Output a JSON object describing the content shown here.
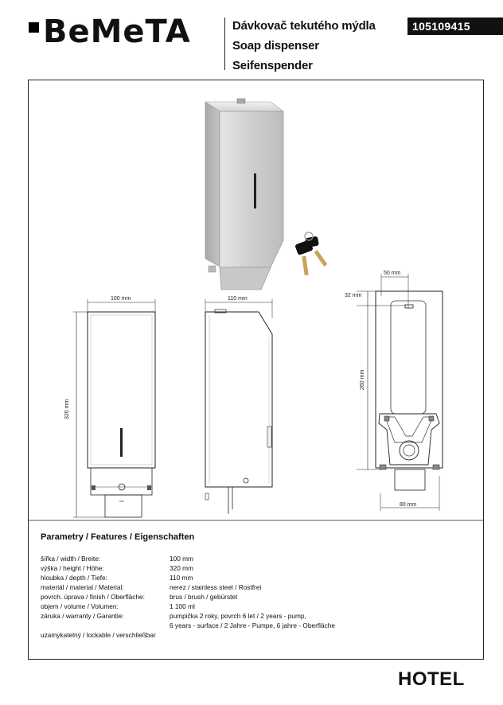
{
  "brand": {
    "name": "BeMeTA"
  },
  "titles": [
    "Dávkovač tekutého mýdla",
    "Soap dispenser",
    "Seifenspender"
  ],
  "product_code": "105109415",
  "dimensions": {
    "front_width": "100 mm",
    "front_height": "320 mm",
    "side_depth": "110 mm",
    "back_top_offset": "32 mm",
    "back_slot_width": "50 mm",
    "back_hole_spacing": "260 mm",
    "back_bottom_width": "80 mm"
  },
  "parameters": {
    "heading": "Parametry / Features / Eigenschaften",
    "rows": [
      {
        "label": "šířka / width / Breite:",
        "value": "100 mm"
      },
      {
        "label": "výška / height / Höhe:",
        "value": "320 mm"
      },
      {
        "label": "hloubka / depth / Tiefe:",
        "value": "110 mm"
      },
      {
        "label": "materiál / material / Material:",
        "value": "nerez / stainless steel / Rostfrei"
      },
      {
        "label": "povrch. úprava / finish / Oberfläche:",
        "value": "brus / brush / gebürstet"
      },
      {
        "label": "objem / volume / Volumen:",
        "value": "1 100 ml"
      },
      {
        "label": "záruka / warranty / Garantie:",
        "value": "pumpička 2 roky, povrch 6 let / 2 years - pump,",
        "value2": "6 years - surface / 2 Jahre - Pumpe, 6 jahre - Oberfläche"
      }
    ],
    "footer": "uzamykatelný / lockable / verschließbar"
  },
  "category": "HOTEL",
  "colors": {
    "steel_light": "#dcdcdc",
    "steel_mid": "#b9b9b9",
    "steel_dark": "#8d8d8d",
    "ink": "#111111"
  }
}
